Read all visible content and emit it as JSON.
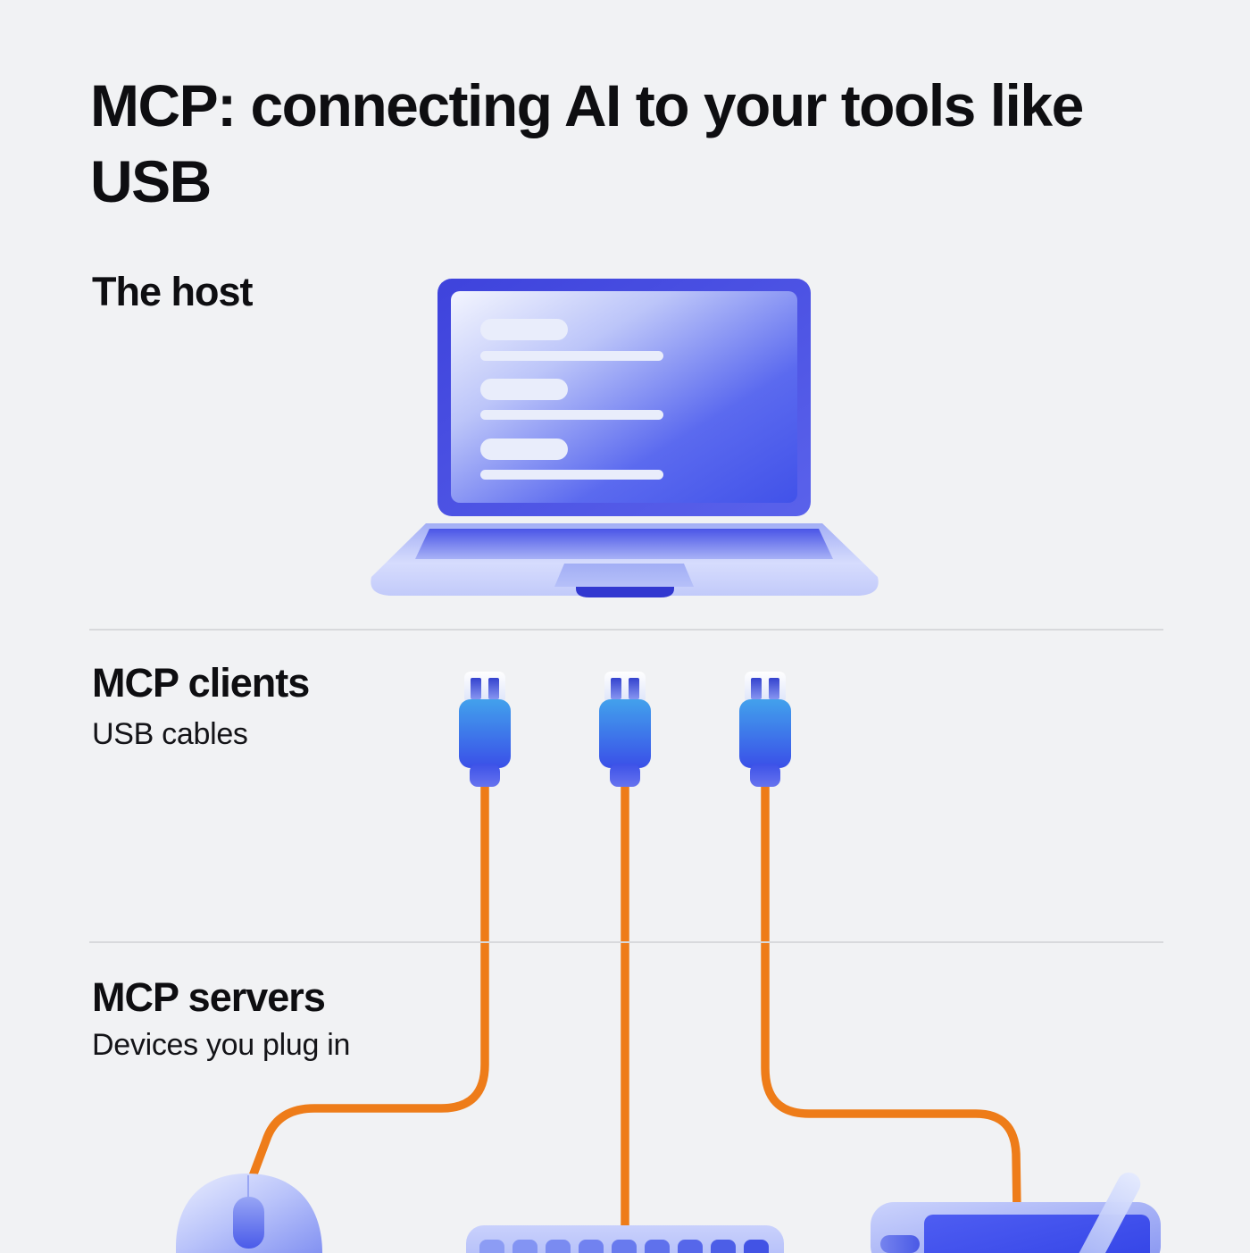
{
  "title": "MCP: connecting AI to your tools like USB",
  "sections": [
    {
      "id": "host",
      "heading": "The host",
      "subheading": ""
    },
    {
      "id": "clients",
      "heading": "MCP clients",
      "subheading": "USB cables"
    },
    {
      "id": "servers",
      "heading": "MCP servers",
      "subheading": "Devices you plug in"
    }
  ],
  "illustrations": {
    "host": "laptop",
    "clients": [
      "usb-plug",
      "usb-plug",
      "usb-plug"
    ],
    "servers": [
      "mouse",
      "keyboard",
      "graphics-tablet",
      "stylus"
    ]
  },
  "colors": {
    "background": "#F1F2F4",
    "text": "#0E0E11",
    "cable_orange": "#EE7C19",
    "device_blue": "#4152E9",
    "divider": "#D8D9DC"
  }
}
